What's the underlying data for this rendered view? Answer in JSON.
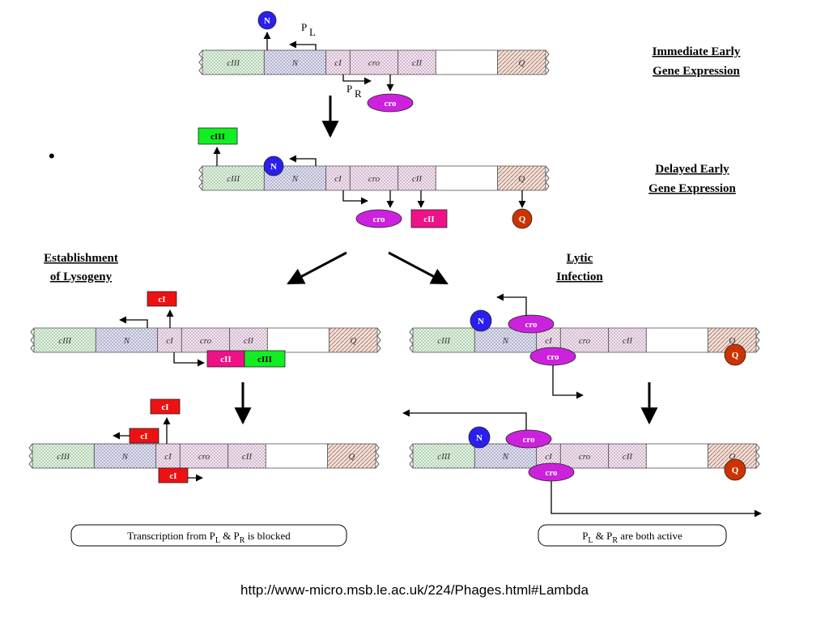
{
  "diagram": {
    "stages": {
      "immediate": [
        "Immediate Early",
        "Gene Expression"
      ],
      "delayed": [
        "Delayed Early",
        "Gene Expression"
      ],
      "lysogeny": [
        "Establishment",
        "of Lysogeny"
      ],
      "lytic": [
        "Lytic",
        "Infection"
      ]
    },
    "genes": {
      "ciii": "cIII",
      "n": "N",
      "ci": "cI",
      "cro": "cro",
      "cii": "cII",
      "q": "Q"
    },
    "proteins": {
      "n": "N",
      "cro": "cro",
      "ciii": "cIII",
      "cii": "cII",
      "q": "Q",
      "ci": "cI"
    },
    "promoters": {
      "p": "P",
      "l": "L",
      "r": "R"
    },
    "notes": {
      "lysogeny_prefix": "Transcription from P",
      "lysogeny_mid": " & P",
      "lysogeny_suffix": " is blocked",
      "lytic_prefix": "P",
      "lytic_mid": " & P",
      "lytic_suffix": " are both active"
    },
    "colors": {
      "n": "#2a1ff0",
      "cro": "#cc22dd",
      "ciii": "#11ee22",
      "cii": "#ee1188",
      "ci": "#ee1111",
      "q": "#cc3300"
    }
  },
  "url": "http://www-micro.msb.le.ac.uk/224/Phages.html#Lambda",
  "bullet": "•"
}
